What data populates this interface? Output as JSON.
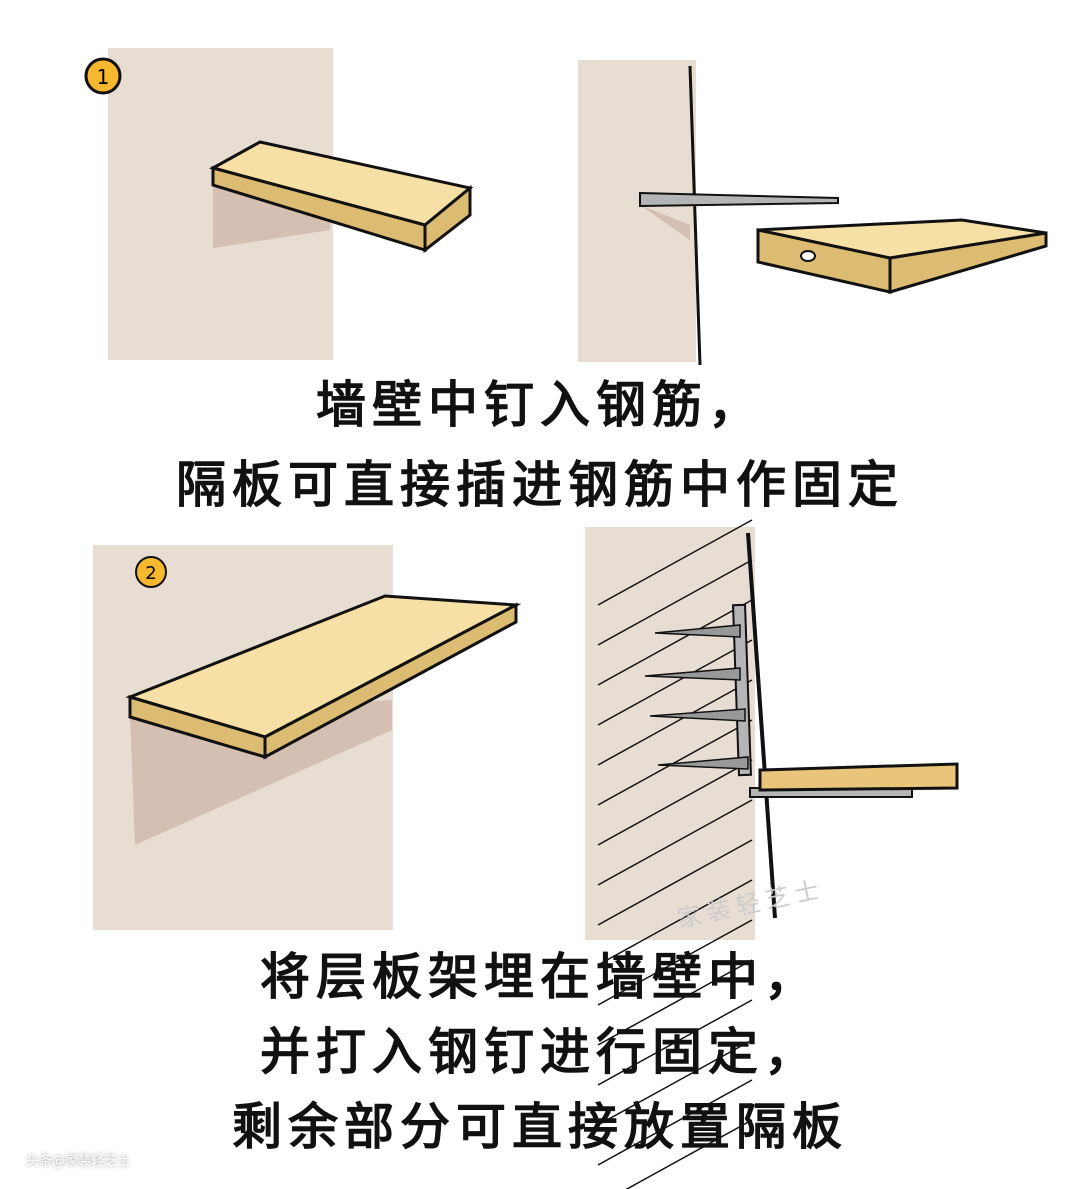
{
  "step_labels": [
    "1",
    "2"
  ],
  "caption1": [
    "墙壁中钉入钢筋，",
    "隔板可直接插进钢筋中作固定"
  ],
  "caption2": [
    "将层板架埋在墙壁中，",
    "并打入钢钉进行固定，",
    "剩余部分可直接放置隔板"
  ],
  "watermark": "头条@家装轻芝士",
  "signature": "家装轻芝士",
  "colors": {
    "wall": "#e8ddd2",
    "shadow": "#d4bfb3",
    "board_top": "#f7e0a6",
    "board_side": "#dcbb72",
    "steel": "#b5b5b5",
    "badge": "#f5b82e"
  }
}
